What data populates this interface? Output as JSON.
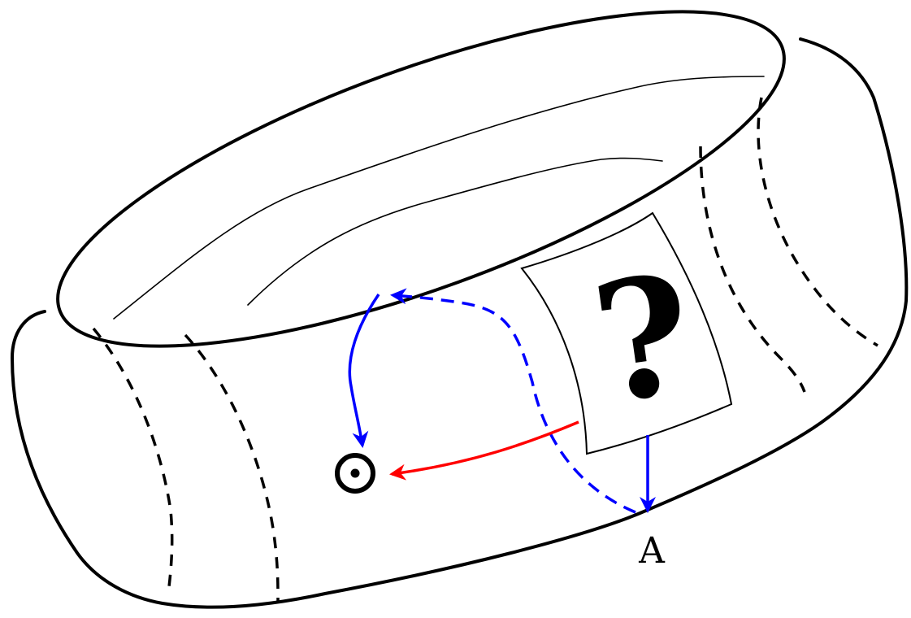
{
  "diagram": {
    "panel_symbol": "?",
    "point_label": "A",
    "colors": {
      "outline": "#000000",
      "blue_path": "#0000ff",
      "red_path": "#ff0000",
      "background": "#ffffff"
    },
    "elements": {
      "ring": "band-ring",
      "panel": "question-panel",
      "marker": "circle-dot-marker",
      "blue_solid_arrow": "blue-solid-arrow",
      "blue_dashed_arrow": "blue-dashed-arrow",
      "blue_down_arrow": "blue-down-arrow",
      "red_arrow": "red-arrow"
    }
  }
}
